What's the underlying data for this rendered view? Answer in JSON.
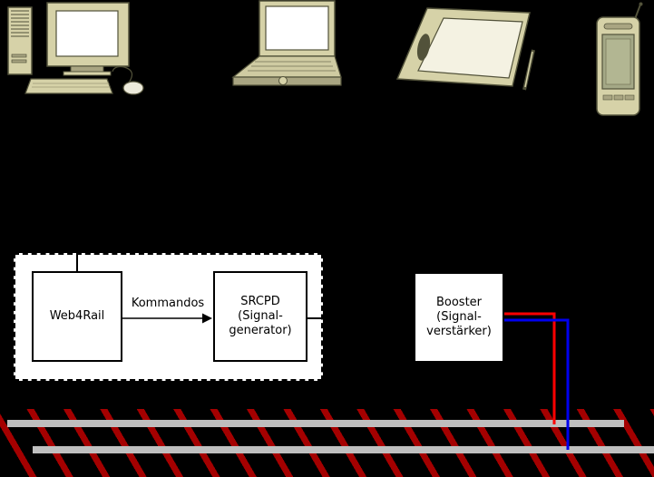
{
  "software_group": {
    "web4rail_label": "Web4Rail",
    "srcpd_lines": [
      "SRCPD",
      "(Signal-",
      "generator)"
    ],
    "arrow_label": "Kommandos"
  },
  "booster_lines": [
    "Booster",
    "(Signal-",
    "verstärker)"
  ],
  "devices": [
    {
      "icon": "desktop-computer-icon"
    },
    {
      "icon": "laptop-icon"
    },
    {
      "icon": "touch-panel-icon"
    },
    {
      "icon": "mobile-phone-icon"
    }
  ],
  "colors": {
    "background": "#000000",
    "box_fill": "#ffffff",
    "box_border": "#000000",
    "wire_red": "#ff0000",
    "wire_blue": "#0000ee",
    "rail_gray": "#bfbfbf",
    "tie_red": "#a40000",
    "device_body": "#d6d2a8",
    "device_shade": "#a9a582",
    "device_outline": "#52523a",
    "screen_white": "#ffffff"
  }
}
